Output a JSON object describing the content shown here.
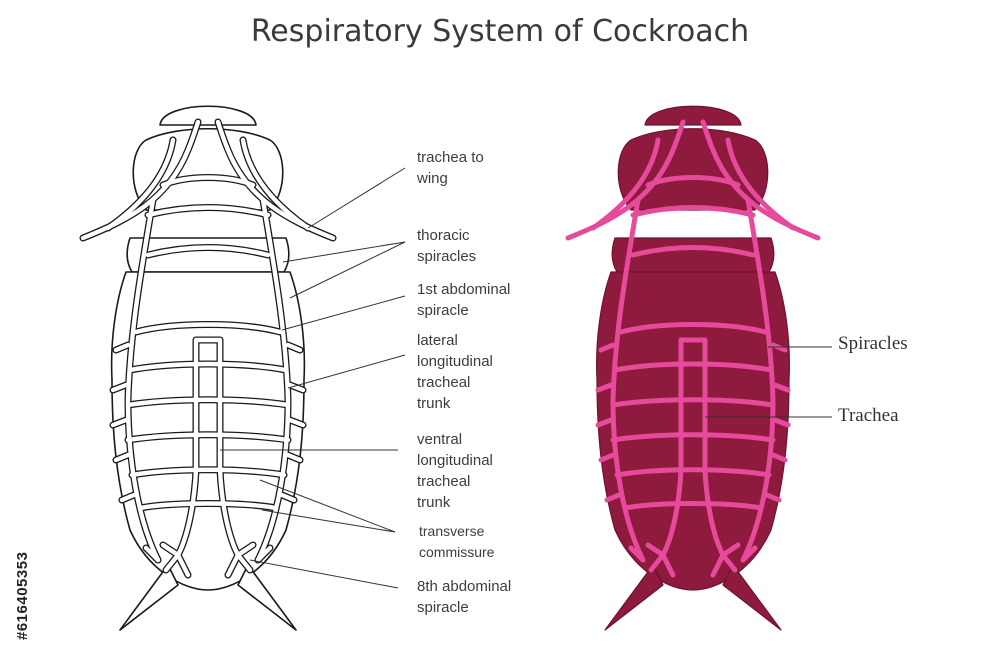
{
  "title": "Respiratory System of Cockroach",
  "labels": {
    "trachea_to_wing": [
      "trachea to",
      "wing"
    ],
    "thoracic_spiracles": [
      "thoracic",
      "spiracles"
    ],
    "first_abdominal_spiracle": [
      "1st abdominal",
      "spiracle"
    ],
    "lateral_trunk": [
      "lateral",
      "longitudinal",
      "tracheal",
      "trunk"
    ],
    "ventral_trunk": [
      "ventral",
      "longitudinal",
      "tracheal",
      "trunk"
    ],
    "transverse_commissure": [
      "transverse",
      "commissure"
    ],
    "eighth_abdominal_spiracle": [
      "8th abdominal",
      "spiracle"
    ],
    "spiracles": "Spiracles",
    "trachea": "Trachea"
  },
  "stock_id": "#616405353",
  "colors": {
    "body_dark": "#8e1a3e",
    "trachea_pink": "#e64a9a",
    "outline": "#1a1a1a"
  }
}
